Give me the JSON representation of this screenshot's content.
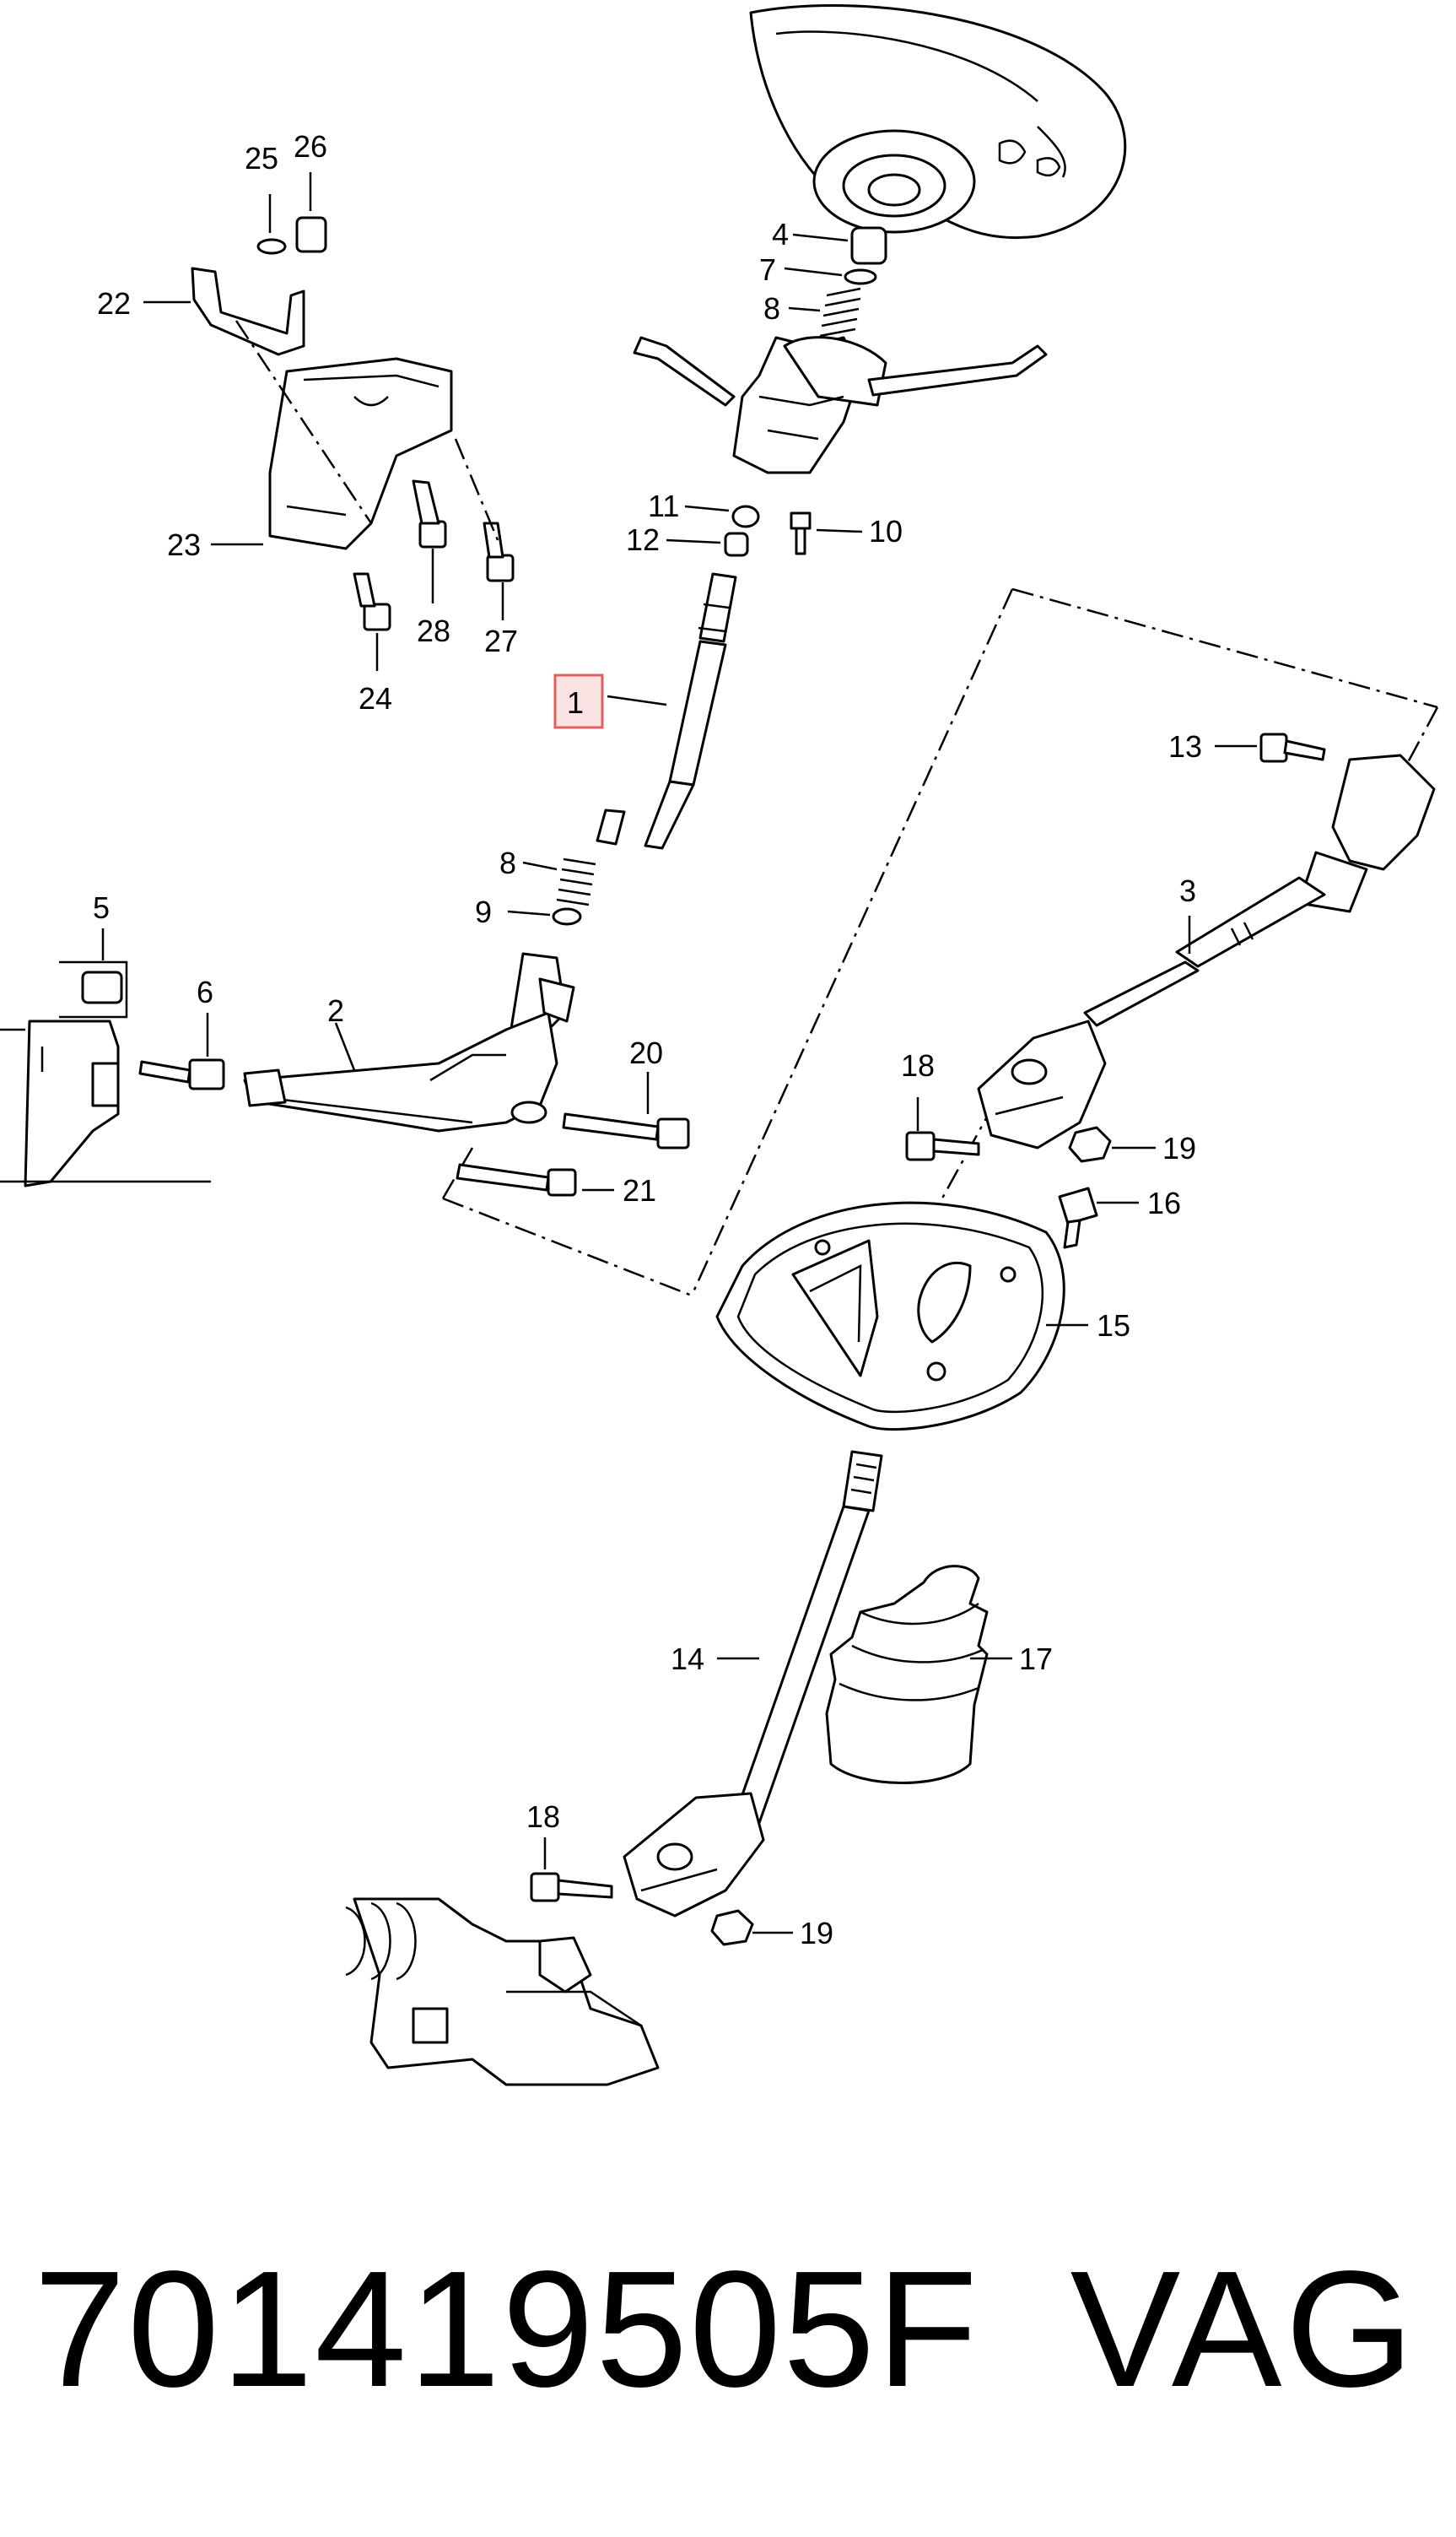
{
  "diagram": {
    "callouts": [
      {
        "id": "25",
        "label": "25"
      },
      {
        "id": "26",
        "label": "26"
      },
      {
        "id": "22",
        "label": "22"
      },
      {
        "id": "23",
        "label": "23"
      },
      {
        "id": "28",
        "label": "28"
      },
      {
        "id": "27",
        "label": "27"
      },
      {
        "id": "24",
        "label": "24"
      },
      {
        "id": "4",
        "label": "4"
      },
      {
        "id": "7",
        "label": "7"
      },
      {
        "id": "8a",
        "label": "8"
      },
      {
        "id": "11",
        "label": "11"
      },
      {
        "id": "12",
        "label": "12"
      },
      {
        "id": "10",
        "label": "10"
      },
      {
        "id": "1",
        "label": "1",
        "highlighted": true
      },
      {
        "id": "8b",
        "label": "8"
      },
      {
        "id": "9",
        "label": "9"
      },
      {
        "id": "5",
        "label": "5"
      },
      {
        "id": "6",
        "label": "6"
      },
      {
        "id": "2",
        "label": "2"
      },
      {
        "id": "20",
        "label": "20"
      },
      {
        "id": "21",
        "label": "21"
      },
      {
        "id": "13",
        "label": "13"
      },
      {
        "id": "3",
        "label": "3"
      },
      {
        "id": "18a",
        "label": "18"
      },
      {
        "id": "19a",
        "label": "19"
      },
      {
        "id": "16",
        "label": "16"
      },
      {
        "id": "15",
        "label": "15"
      },
      {
        "id": "14",
        "label": "14"
      },
      {
        "id": "17",
        "label": "17"
      },
      {
        "id": "18b",
        "label": "18"
      },
      {
        "id": "19b",
        "label": "19"
      }
    ],
    "highlight_color": "#e06060"
  },
  "footer": {
    "part_number": "701419505F",
    "brand": "VAG"
  }
}
